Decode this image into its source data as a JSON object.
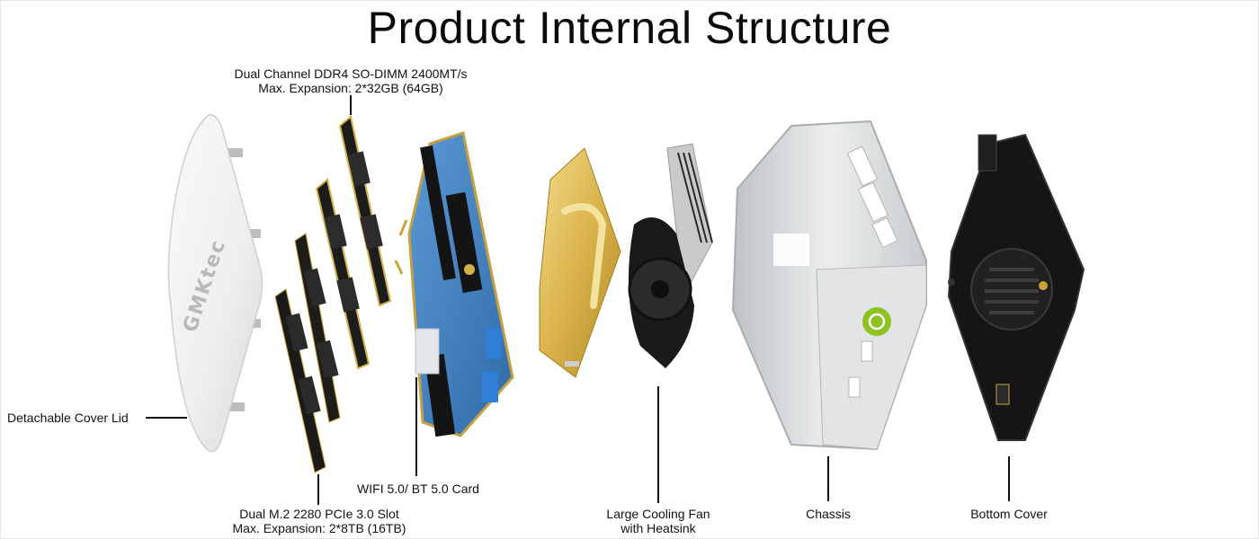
{
  "title": "Product Internal Structure",
  "brand_logo_text": "GMKtec",
  "labels": {
    "ram_line1": "Dual Channel DDR4 SO-DIMM 2400MT/s",
    "ram_line2": "Max. Expansion: 2*32GB (64GB)",
    "cover_lid": "Detachable Cover Lid",
    "ssd_line1": "Dual M.2 2280 PCIe 3.0 Slot",
    "ssd_line2": "Max. Expansion: 2*8TB (16TB)",
    "wifi": "WIFI 5.0/ BT 5.0 Card",
    "fan_line1": "Large Cooling Fan",
    "fan_line2": "with Heatsink",
    "chassis": "Chassis",
    "bottom_cover": "Bottom Cover"
  },
  "colors": {
    "pcb": "#3f7fc0",
    "gold": "#d9b24a",
    "power_button": "#8dc21f",
    "silver": "#d7d9dc",
    "black": "#151515"
  }
}
